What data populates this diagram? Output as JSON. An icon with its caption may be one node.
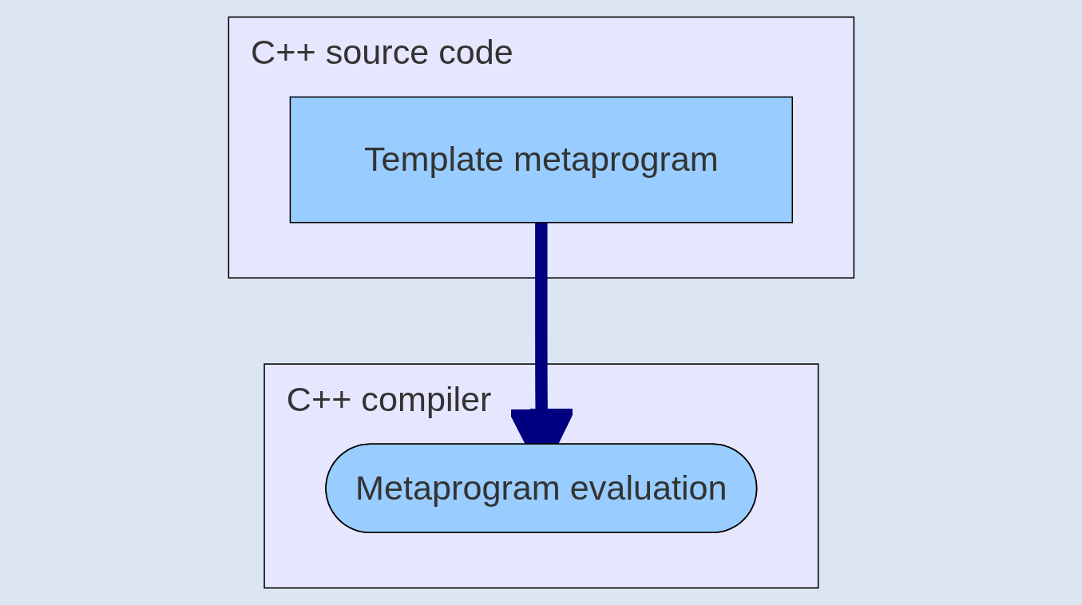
{
  "diagram": {
    "nodes": [
      {
        "text": [
          "C++ source code"
        ]
      },
      {
        "text": [
          "Template metaprogram"
        ],
        "in": 0
      },
      {
        "text": [
          "C++ compiler"
        ]
      },
      {
        "text": [
          "Metaprogram evaluation"
        ],
        "in": 2
      }
    ],
    "edges": [
      {
        "from": 1,
        "to": 3,
        "arrow": "to"
      }
    ]
  }
}
